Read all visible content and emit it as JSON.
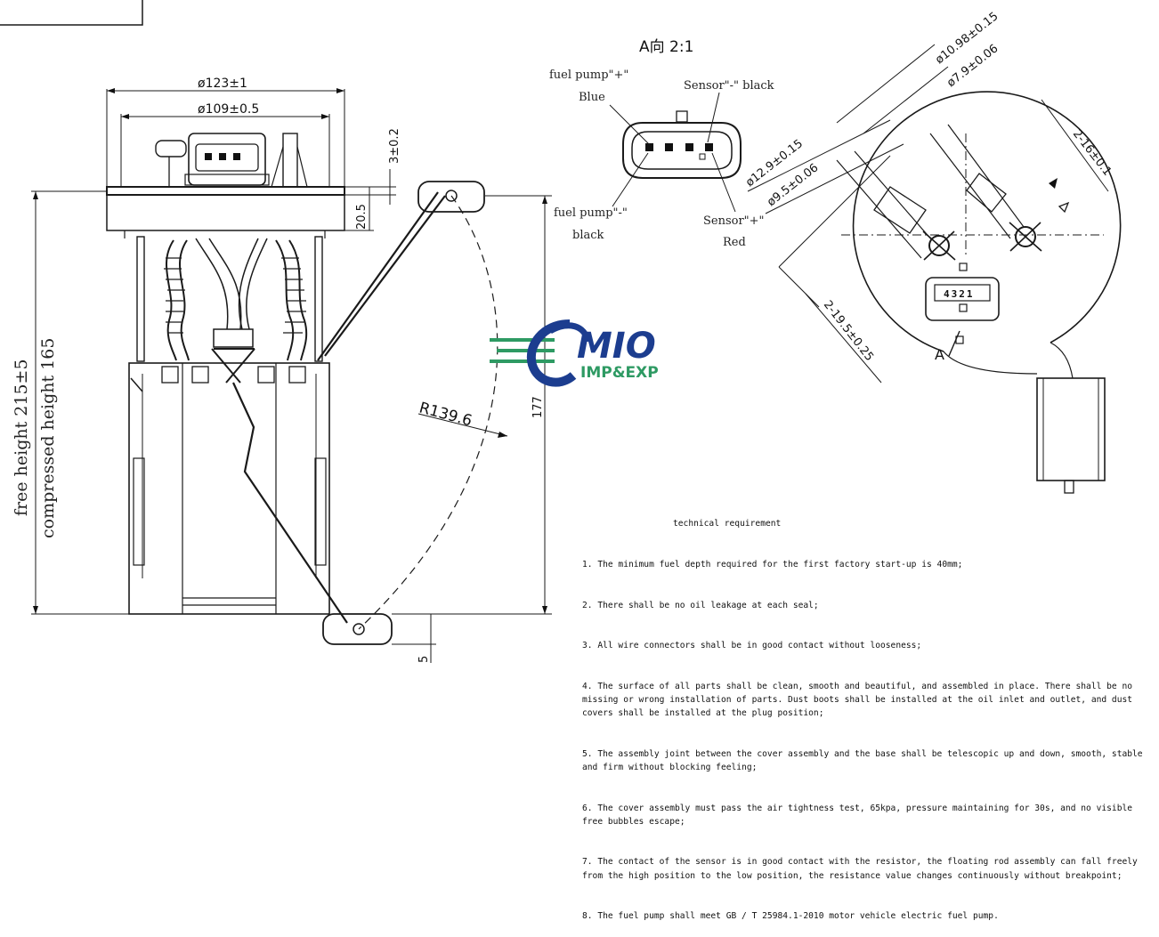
{
  "dimensions": {
    "dia_outer": "ø123±1",
    "dia_inner": "ø109±0.5",
    "flange_thick": "3±0.2",
    "flange_height": "20.5",
    "free_height": "free height 215±5",
    "compressed_height": "compressed height 165",
    "radius": "R139.6",
    "float_travel": "177",
    "float_offset": "5"
  },
  "view_a": {
    "title": "A向 2:1",
    "pin_fuel_pos": "fuel pump\"+\"",
    "pin_fuel_pos_color": "Blue",
    "pin_sensor_neg": "Sensor\"-\"  black",
    "pin_fuel_neg": "fuel pump\"-\"",
    "pin_fuel_neg_color": "black",
    "pin_sensor_pos": "Sensor\"+\"",
    "pin_sensor_pos_color": "Red"
  },
  "top_view": {
    "d1": "ø10.98±0.15",
    "d2": "ø7.9±0.06",
    "d3": "ø12.9±0.15",
    "d4": "ø9.5±0.06",
    "slot": "2-16±0.1",
    "spacing": "2-19.5±0.25",
    "connector_pins": "4321",
    "arrow_label": "A"
  },
  "logo": {
    "name": "MIO",
    "sub": "IMP&EXP",
    "color_blue": "#1c3d8f",
    "color_green": "#2e9a63"
  },
  "requirements": {
    "title": "technical requirement",
    "items": [
      "1. The minimum fuel depth required for the first factory start-up is 40mm;",
      "2. There shall be no oil leakage at each seal;",
      "3. All wire connectors shall be in good contact without looseness;",
      "4. The surface of all parts shall be clean, smooth and beautiful, and assembled in place. There shall be no missing or wrong installation of parts. Dust boots shall be installed at the oil inlet and outlet, and dust covers shall be installed at the plug position;",
      "5. The assembly joint between the cover assembly and the base shall be telescopic up and down, smooth, stable and firm without blocking feeling;",
      "6. The cover assembly must pass the air tightness test, 65kpa, pressure maintaining for 30s, and no visible free bubbles escape;",
      "7. The contact of the sensor is in good contact with the resistor, the floating rod assembly can fall freely from the high position to the low position, the resistance value changes continuously without breakpoint;",
      "8. The fuel pump shall meet GB / T 25984.1-2010 motor vehicle electric fuel pump."
    ]
  }
}
